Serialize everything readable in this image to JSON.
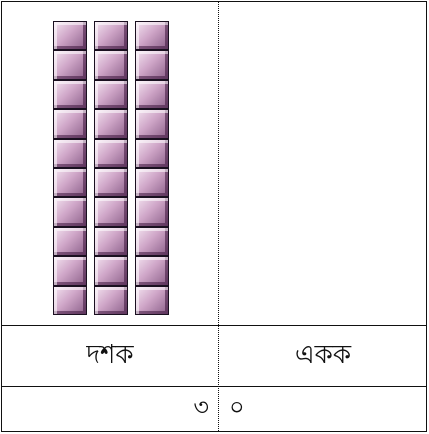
{
  "table": {
    "headers": {
      "tens": "দশক",
      "ones": "একক"
    },
    "values": {
      "tens": "৩",
      "ones": "০"
    }
  },
  "blocks": {
    "rods": 3,
    "units_per_rod": 10,
    "color_light": "#f3e4f0",
    "color_mid": "#cfa6c8",
    "color_dark": "#8b5f88"
  }
}
